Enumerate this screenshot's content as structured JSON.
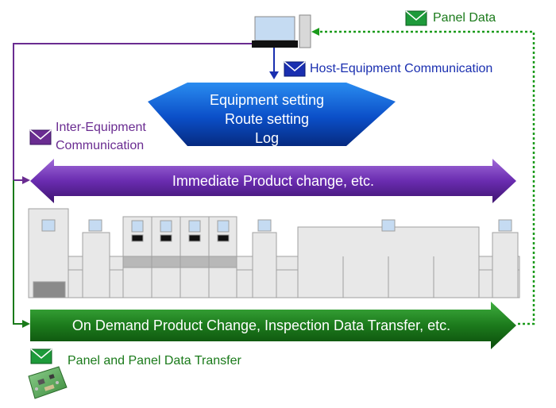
{
  "labels": {
    "panel_data": "Panel Data",
    "host_comm": "Host-Equipment Communication",
    "inter_comm_line1": "Inter-Equipment",
    "inter_comm_line2": "Communication",
    "panel_transfer": "Panel and Panel Data Transfer"
  },
  "host_box": {
    "line1": "Equipment setting",
    "line2": "Route setting",
    "line3": "Log"
  },
  "arrows": {
    "immediate": "Immediate Product change, etc.",
    "on_demand": "On Demand Product Change, Inspection Data Transfer, etc."
  },
  "icons": [
    "envelope-icon",
    "pcb-board-icon",
    "host-computer-icon"
  ],
  "colors": {
    "green": "#1a7a1a",
    "blue": "#1a2fb0",
    "purple": "#6a2c91",
    "host_blue": "#1060d8"
  }
}
